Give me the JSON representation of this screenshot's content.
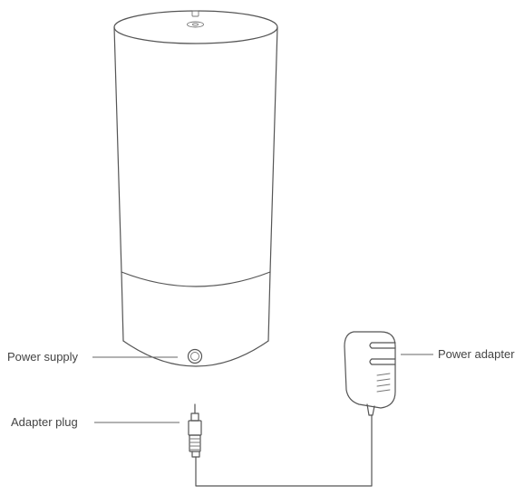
{
  "labels": {
    "power_supply": "Power supply",
    "adapter_plug": "Adapter plug",
    "power_adapter": "Power adapter"
  },
  "colors": {
    "line": "#555555",
    "text": "#444444",
    "background": "#ffffff"
  },
  "icons": {
    "top_button": "power-button-icon"
  }
}
